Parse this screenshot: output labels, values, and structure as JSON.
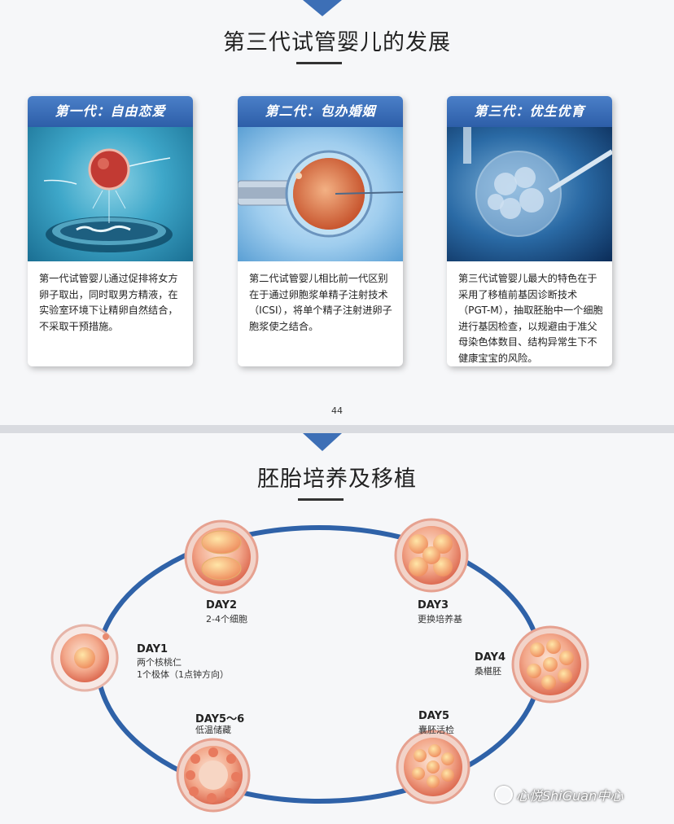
{
  "page1": {
    "title": "第三代试管婴儿的发展",
    "page_number": "44",
    "cards": [
      {
        "header": "第一代：自由恋爱",
        "text": "第一代试管婴儿通过促排将女方卵子取出，同时取男方精液，在实验室环境下让精卵自然结合，不采取干预措施。"
      },
      {
        "header": "第二代：包办婚姻",
        "text": "第二代试管婴儿相比前一代区别在于通过卵胞浆单精子注射技术（ICSI），将单个精子注射进卵子胞浆使之结合。"
      },
      {
        "header": "第三代：优生优育",
        "text": "第三代试管婴儿最大的特色在于采用了移植前基因诊断技术（PGT-M），抽取胚胎中一个细胞进行基因检查，以规避由于准父母染色体数目、结构异常生下不健康宝宝的风险。"
      }
    ]
  },
  "page2": {
    "title": "胚胎培养及移植",
    "stages": [
      {
        "label": "DAY1",
        "sub1": "两个核桃仁",
        "sub2": "1个极体（1点钟方向）"
      },
      {
        "label": "DAY2",
        "sub1": "2-4个细胞",
        "sub2": ""
      },
      {
        "label": "DAY3",
        "sub1": "更换培养基",
        "sub2": ""
      },
      {
        "label": "DAY4",
        "sub1": "桑椹胚",
        "sub2": ""
      },
      {
        "label": "DAY5",
        "sub1": "囊胚活检",
        "sub2": ""
      },
      {
        "label": "DAY5～6",
        "sub1": "低温储藏",
        "sub2": ""
      }
    ],
    "watermark": "心悦ShiGuan中心"
  },
  "colors": {
    "accent": "#3d6fb6",
    "ring": "#2f62a8",
    "embryo": "#e8735a"
  }
}
